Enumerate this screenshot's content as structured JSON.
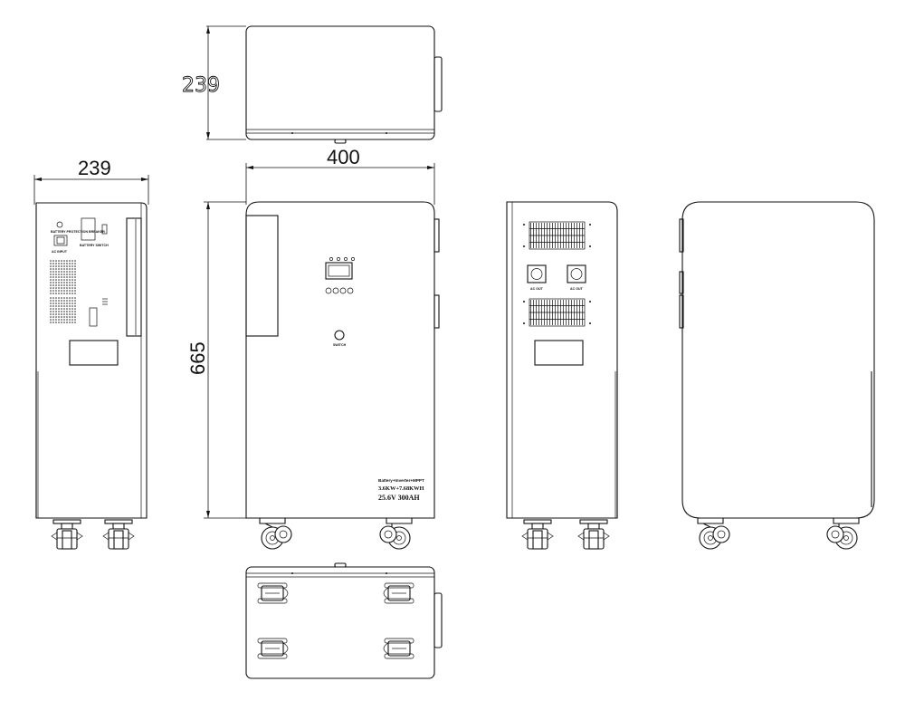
{
  "dimensions": {
    "top_depth": "239",
    "side_depth": "239",
    "front_width": "400",
    "front_height": "665"
  },
  "front_label": {
    "line1": "Battery+Inverter+MPPT",
    "line2": "3.6KW+7.68KWH",
    "line3": "25.6V 300AH"
  },
  "front_power_label": "SWITCH",
  "left_labels": {
    "ac_input": "AC INPUT",
    "battery_switch": "BATTERY SWITCH",
    "top_text": "BATTERY PROTECTION BREAKER"
  },
  "right_outlet_labels": [
    "AC OUT",
    "AC OUT"
  ]
}
